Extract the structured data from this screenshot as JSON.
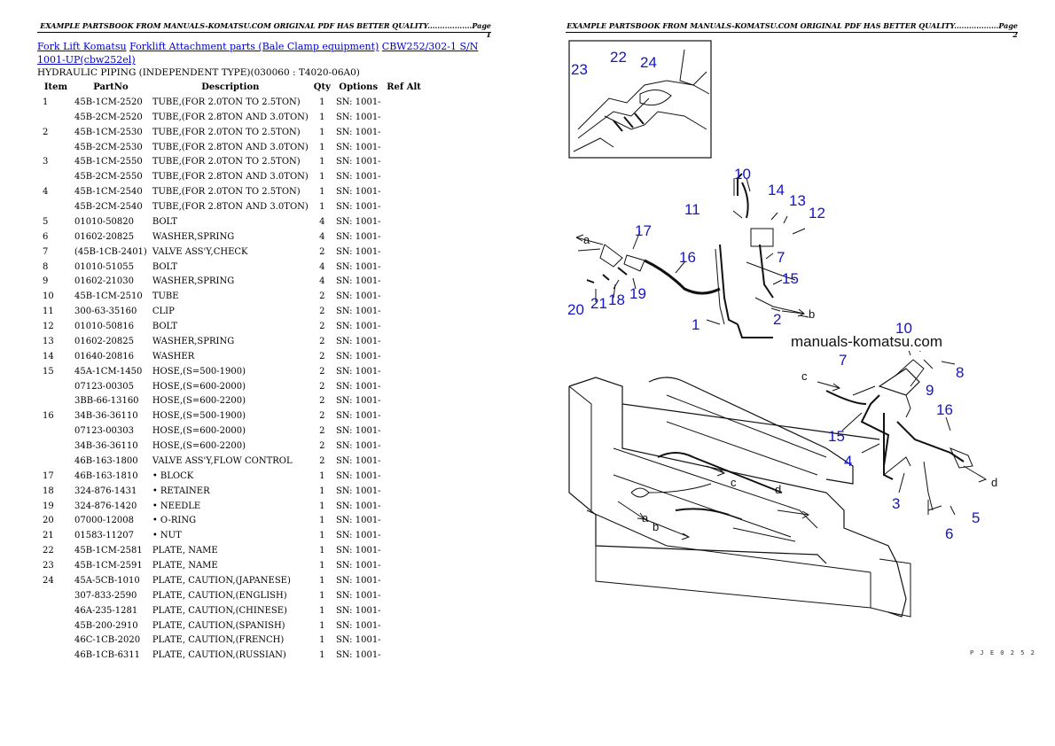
{
  "header": {
    "page1": "EXAMPLE PARTSBOOK FROM MANUALS-KOMATSU.COM ORIGINAL PDF HAS BETTER QUALITY..................Page 1",
    "page2": "EXAMPLE PARTSBOOK FROM MANUALS-KOMATSU.COM ORIGINAL PDF HAS BETTER QUALITY..................Page 2"
  },
  "breadcrumb": {
    "link1": "Fork Lift Komatsu",
    "link2": "Forklift Attachment parts (Bale Clamp equipment)",
    "link3": "CBW252/302-1 S/N 1001-UP(cbw252el)"
  },
  "section_title": "HYDRAULIC PIPING (INDEPENDENT TYPE)(030060 : T4020-06A0)",
  "table": {
    "headers": {
      "item": "Item",
      "partno": "PartNo",
      "description": "Description",
      "qty": "Qty",
      "options": "Options",
      "refalt": "Ref Alt"
    },
    "rows": [
      {
        "item": "1",
        "partno": "45B-1CM-2520",
        "description": "TUBE,(FOR 2.0TON TO 2.5TON)",
        "qty": "1",
        "options": "SN: 1001-"
      },
      {
        "item": "",
        "partno": "45B-2CM-2520",
        "description": "TUBE,(FOR 2.8TON AND 3.0TON)",
        "qty": "1",
        "options": "SN: 1001-"
      },
      {
        "item": "2",
        "partno": "45B-1CM-2530",
        "description": "TUBE,(FOR 2.0TON TO 2.5TON)",
        "qty": "1",
        "options": "SN: 1001-"
      },
      {
        "item": "",
        "partno": "45B-2CM-2530",
        "description": "TUBE,(FOR 2.8TON AND 3.0TON)",
        "qty": "1",
        "options": "SN: 1001-"
      },
      {
        "item": "3",
        "partno": "45B-1CM-2550",
        "description": "TUBE,(FOR 2.0TON TO 2.5TON)",
        "qty": "1",
        "options": "SN: 1001-"
      },
      {
        "item": "",
        "partno": "45B-2CM-2550",
        "description": "TUBE,(FOR 2.8TON AND 3.0TON)",
        "qty": "1",
        "options": "SN: 1001-"
      },
      {
        "item": "4",
        "partno": "45B-1CM-2540",
        "description": "TUBE,(FOR 2.0TON TO 2.5TON)",
        "qty": "1",
        "options": "SN: 1001-"
      },
      {
        "item": "",
        "partno": "45B-2CM-2540",
        "description": "TUBE,(FOR 2.8TON AND 3.0TON)",
        "qty": "1",
        "options": "SN: 1001-"
      },
      {
        "item": "5",
        "partno": "01010-50820",
        "description": "BOLT",
        "qty": "4",
        "options": "SN: 1001-"
      },
      {
        "item": "6",
        "partno": "01602-20825",
        "description": "WASHER,SPRING",
        "qty": "4",
        "options": "SN: 1001-"
      },
      {
        "item": "7",
        "partno": "(45B-1CB-2401)",
        "description": "VALVE ASS'Y,CHECK",
        "qty": "2",
        "options": "SN: 1001-"
      },
      {
        "item": "8",
        "partno": "01010-51055",
        "description": "BOLT",
        "qty": "4",
        "options": "SN: 1001-"
      },
      {
        "item": "9",
        "partno": "01602-21030",
        "description": "WASHER,SPRING",
        "qty": "4",
        "options": "SN: 1001-"
      },
      {
        "item": "10",
        "partno": "45B-1CM-2510",
        "description": "TUBE",
        "qty": "2",
        "options": "SN: 1001-"
      },
      {
        "item": "11",
        "partno": "300-63-35160",
        "description": "CLIP",
        "qty": "2",
        "options": "SN: 1001-"
      },
      {
        "item": "12",
        "partno": "01010-50816",
        "description": "BOLT",
        "qty": "2",
        "options": "SN: 1001-"
      },
      {
        "item": "13",
        "partno": "01602-20825",
        "description": "WASHER,SPRING",
        "qty": "2",
        "options": "SN: 1001-"
      },
      {
        "item": "14",
        "partno": "01640-20816",
        "description": "WASHER",
        "qty": "2",
        "options": "SN: 1001-"
      },
      {
        "item": "15",
        "partno": "45A-1CM-1450",
        "description": "HOSE,(S=500-1900)",
        "qty": "2",
        "options": "SN: 1001-"
      },
      {
        "item": "",
        "partno": "07123-00305",
        "description": "HOSE,(S=600-2000)",
        "qty": "2",
        "options": "SN: 1001-"
      },
      {
        "item": "",
        "partno": "3BB-66-13160",
        "description": "HOSE,(S=600-2200)",
        "qty": "2",
        "options": "SN: 1001-"
      },
      {
        "item": "16",
        "partno": "34B-36-36110",
        "description": "HOSE,(S=500-1900)",
        "qty": "2",
        "options": "SN: 1001-"
      },
      {
        "item": "",
        "partno": "07123-00303",
        "description": "HOSE,(S=600-2000)",
        "qty": "2",
        "options": "SN: 1001-"
      },
      {
        "item": "",
        "partno": "34B-36-36110",
        "description": "HOSE,(S=600-2200)",
        "qty": "2",
        "options": "SN: 1001-"
      },
      {
        "item": "",
        "partno": "46B-163-1800",
        "description": "VALVE ASS'Y,FLOW CONTROL",
        "qty": "2",
        "options": "SN: 1001-"
      },
      {
        "item": "17",
        "partno": "46B-163-1810",
        "description": "• BLOCK",
        "qty": "1",
        "options": "SN: 1001-"
      },
      {
        "item": "18",
        "partno": "324-876-1431",
        "description": "• RETAINER",
        "qty": "1",
        "options": "SN: 1001-"
      },
      {
        "item": "19",
        "partno": "324-876-1420",
        "description": "• NEEDLE",
        "qty": "1",
        "options": "SN: 1001-"
      },
      {
        "item": "20",
        "partno": "07000-12008",
        "description": "• O-RING",
        "qty": "1",
        "options": "SN: 1001-"
      },
      {
        "item": "21",
        "partno": "01583-11207",
        "description": "• NUT",
        "qty": "1",
        "options": "SN: 1001-"
      },
      {
        "item": "22",
        "partno": "45B-1CM-2581",
        "description": "PLATE, NAME",
        "qty": "1",
        "options": "SN: 1001-"
      },
      {
        "item": "23",
        "partno": "45B-1CM-2591",
        "description": "PLATE, NAME",
        "qty": "1",
        "options": "SN: 1001-"
      },
      {
        "item": "24",
        "partno": "45A-5CB-1010",
        "description": "PLATE, CAUTION,(JAPANESE)",
        "qty": "1",
        "options": "SN: 1001-"
      },
      {
        "item": "",
        "partno": "307-833-2590",
        "description": "PLATE, CAUTION,(ENGLISH)",
        "qty": "1",
        "options": "SN: 1001-"
      },
      {
        "item": "",
        "partno": "46A-235-1281",
        "description": "PLATE, CAUTION,(CHINESE)",
        "qty": "1",
        "options": "SN: 1001-"
      },
      {
        "item": "",
        "partno": "45B-200-2910",
        "description": "PLATE, CAUTION,(SPANISH)",
        "qty": "1",
        "options": "SN: 1001-"
      },
      {
        "item": "",
        "partno": "46C-1CB-2020",
        "description": "PLATE, CAUTION,(FRENCH)",
        "qty": "1",
        "options": "SN: 1001-"
      },
      {
        "item": "",
        "partno": "46B-1CB-6311",
        "description": "PLATE, CAUTION,(RUSSIAN)",
        "qty": "1",
        "options": "SN: 1001-"
      }
    ]
  },
  "diagram": {
    "watermark": "manuals-komatsu.com",
    "fig_code": "P J E 0 2 5 2",
    "part_numbers": [
      "1",
      "2",
      "3",
      "4",
      "5",
      "6",
      "7",
      "8",
      "9",
      "10",
      "10",
      "11",
      "12",
      "13",
      "14",
      "15",
      "15",
      "16",
      "16",
      "17",
      "18",
      "19",
      "20",
      "21",
      "22",
      "23",
      "24"
    ],
    "direction_letters": [
      "a",
      "a",
      "b",
      "b",
      "c",
      "c",
      "d",
      "d"
    ],
    "colors": {
      "callout": "#1414c8",
      "line": "#111111",
      "link": "#0000cc"
    }
  }
}
